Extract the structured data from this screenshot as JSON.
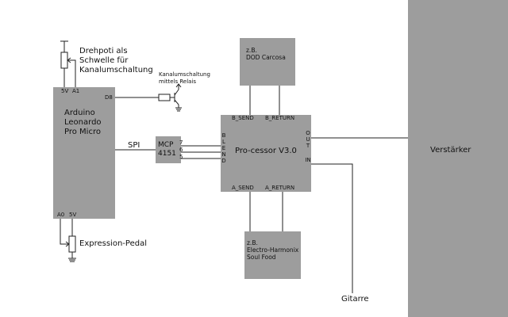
{
  "blocks": {
    "arduino": {
      "lines": [
        "Arduino",
        "Leonardo",
        "Pro Micro"
      ]
    },
    "mcp": {
      "lines": [
        "MCP",
        "4151"
      ]
    },
    "processor": {
      "title": "Pro-cessor V3.0"
    },
    "dod": {
      "lines": [
        "z.B.",
        "DOD Carcosa"
      ]
    },
    "eh": {
      "lines": [
        "z.B.",
        "Electro-Harmonix",
        "Soul Food"
      ]
    },
    "amp": {
      "label": "Verstärker"
    }
  },
  "pins": {
    "arduino_top_5v": "5V",
    "arduino_top_a1": "A1",
    "arduino_d8": "D8",
    "arduino_bottom_a0": "A0",
    "arduino_bottom_5v": "5V",
    "mcp_7": "7",
    "mcp_6": "6",
    "mcp_5": "5",
    "blend": "BLEND",
    "out": "OUT",
    "in": "IN",
    "b_send": "B_SEND",
    "b_return": "B_RETURN",
    "a_send": "A_SEND",
    "a_return": "A_RETURN"
  },
  "labels": {
    "spi": "SPI",
    "drehpoti": [
      "Drehpoti als",
      "Schwelle für",
      "Kanalumschaltung"
    ],
    "relais": [
      "Kanalumschaltung",
      "mittels Relais"
    ],
    "pedal": "Expression-Pedal",
    "gitarre": "Gitarre"
  }
}
